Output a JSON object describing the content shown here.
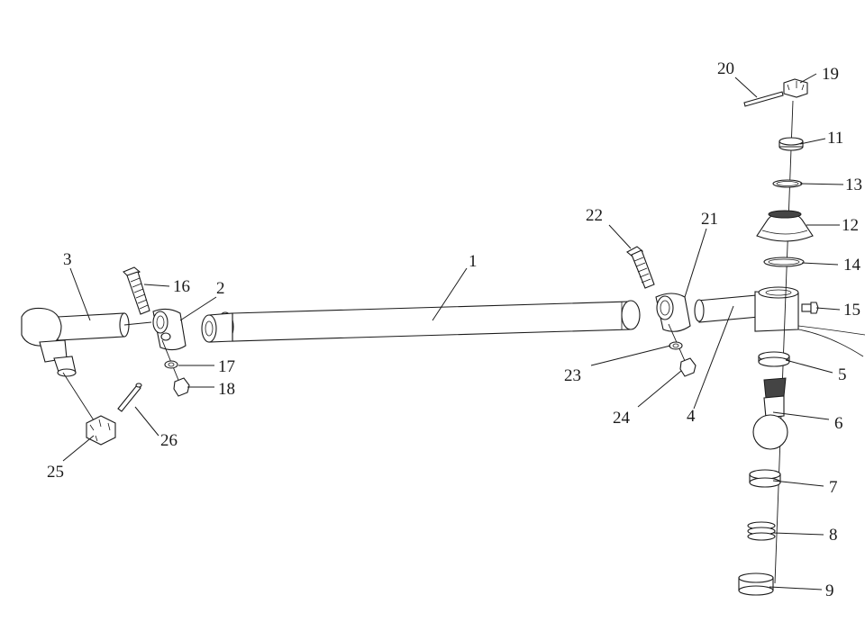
{
  "colors": {
    "line": "#1a1a1a",
    "fill": "#ffffff",
    "shade": "#444444"
  },
  "callouts": [
    {
      "id": "c1",
      "text": "1"
    },
    {
      "id": "c2",
      "text": "2"
    },
    {
      "id": "c3",
      "text": "3"
    },
    {
      "id": "c4",
      "text": "4"
    },
    {
      "id": "c5",
      "text": "5"
    },
    {
      "id": "c6",
      "text": "6"
    },
    {
      "id": "c7",
      "text": "7"
    },
    {
      "id": "c8",
      "text": "8"
    },
    {
      "id": "c9",
      "text": "9"
    },
    {
      "id": "c11",
      "text": "11"
    },
    {
      "id": "c12",
      "text": "12"
    },
    {
      "id": "c13",
      "text": "13"
    },
    {
      "id": "c14",
      "text": "14"
    },
    {
      "id": "c15",
      "text": "15"
    },
    {
      "id": "c16",
      "text": "16"
    },
    {
      "id": "c17",
      "text": "17"
    },
    {
      "id": "c18",
      "text": "18"
    },
    {
      "id": "c19",
      "text": "19"
    },
    {
      "id": "c20",
      "text": "20"
    },
    {
      "id": "c21",
      "text": "21"
    },
    {
      "id": "c22",
      "text": "22"
    },
    {
      "id": "c23",
      "text": "23"
    },
    {
      "id": "c24",
      "text": "24"
    },
    {
      "id": "c25",
      "text": "25"
    },
    {
      "id": "c26",
      "text": "26"
    }
  ]
}
